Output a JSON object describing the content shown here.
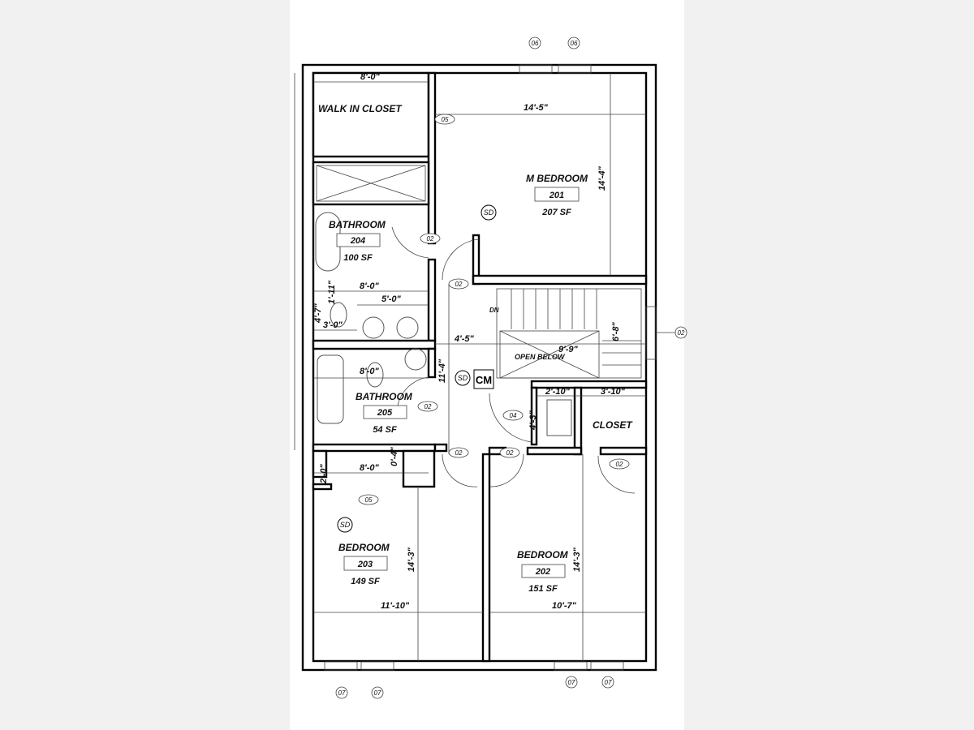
{
  "rooms": {
    "walk_in_closet": "WALK IN CLOSET",
    "m_bedroom": {
      "name": "M BEDROOM",
      "number": "201",
      "area": "207 SF"
    },
    "bathroom_204": {
      "name": "BATHROOM",
      "number": "204",
      "area": "100 SF"
    },
    "bathroom_205": {
      "name": "BATHROOM",
      "number": "205",
      "area": "54 SF"
    },
    "bedroom_203": {
      "name": "BEDROOM",
      "number": "203",
      "area": "149 SF"
    },
    "bedroom_202": {
      "name": "BEDROOM",
      "number": "202",
      "area": "151 SF"
    },
    "closet": "CLOSET",
    "open_below": "OPEN BELOW",
    "stair_dn": "DN"
  },
  "dimensions": {
    "closet_width": "8'-0\"",
    "mbed_width": "14'-5\"",
    "mbed_depth": "14'-4\"",
    "bath204_width": "8'-0\"",
    "vanity": "5'-0\"",
    "wc_width": "3'-0\"",
    "bath_depth": "4'-7\"",
    "wc_depth": "1'-11\"",
    "hall_width": "4'-5\"",
    "hall_length": "11'-4\"",
    "open_below": "9'-9\"",
    "stair_width": "6'-8\"",
    "linen_width": "2'-10\"",
    "linen_depth": "4'-3\"",
    "closet2_width": "3'-10\"",
    "bath205_width": "8'-0\"",
    "wall_gap": "0'-4\"",
    "closet3_width": "8'-0\"",
    "closet3_depth": "2'-0\"",
    "bed203_width": "11'-10\"",
    "bed203_depth": "14'-3\"",
    "bed202_width": "10'-7\"",
    "bed202_depth": "14'-3\""
  },
  "symbols": {
    "smoke_detector": "SD",
    "co_monitor": "CM"
  },
  "tags": {
    "door_02": "02",
    "door_04": "04",
    "door_05": "05",
    "window_06": "06",
    "window_07": "07"
  }
}
